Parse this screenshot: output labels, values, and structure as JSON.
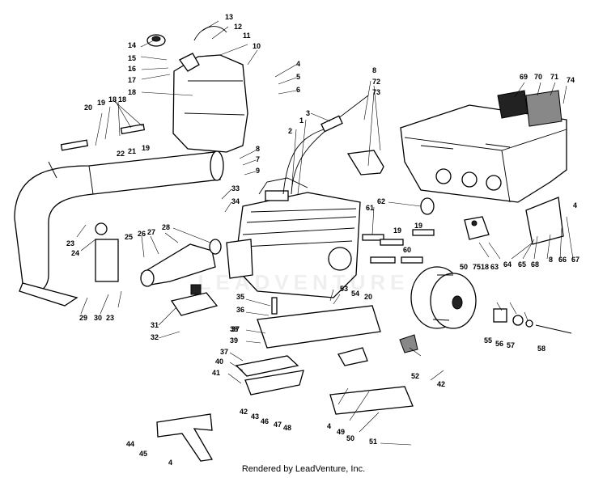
{
  "footer_credit": "Rendered by LeadVenture, Inc.",
  "watermark": "LEADVENTURE",
  "callouts": [
    {
      "id": "c1",
      "text": "1"
    },
    {
      "id": "c2",
      "text": "2"
    },
    {
      "id": "c3",
      "text": "3"
    },
    {
      "id": "c4a",
      "text": "4"
    },
    {
      "id": "c4b",
      "text": "4"
    },
    {
      "id": "c4c",
      "text": "4"
    },
    {
      "id": "c4d",
      "text": "4"
    },
    {
      "id": "c5",
      "text": "5"
    },
    {
      "id": "c6",
      "text": "6"
    },
    {
      "id": "c7",
      "text": "7"
    },
    {
      "id": "c8a",
      "text": "8"
    },
    {
      "id": "c8b",
      "text": "8"
    },
    {
      "id": "c8c",
      "text": "8"
    },
    {
      "id": "c9",
      "text": "9"
    },
    {
      "id": "c10",
      "text": "10"
    },
    {
      "id": "c11",
      "text": "11"
    },
    {
      "id": "c12",
      "text": "12"
    },
    {
      "id": "c13",
      "text": "13"
    },
    {
      "id": "c14",
      "text": "14"
    },
    {
      "id": "c15",
      "text": "15"
    },
    {
      "id": "c16",
      "text": "16"
    },
    {
      "id": "c17",
      "text": "17"
    },
    {
      "id": "c18a",
      "text": "18"
    },
    {
      "id": "c18b",
      "text": "18"
    },
    {
      "id": "c18c",
      "text": "18"
    },
    {
      "id": "c19a",
      "text": "19"
    },
    {
      "id": "c19b",
      "text": "19"
    },
    {
      "id": "c19c",
      "text": "19"
    },
    {
      "id": "c19d",
      "text": "19"
    },
    {
      "id": "c20a",
      "text": "20"
    },
    {
      "id": "c20b",
      "text": "20"
    },
    {
      "id": "c21",
      "text": "21"
    },
    {
      "id": "c22",
      "text": "22"
    },
    {
      "id": "c23a",
      "text": "23"
    },
    {
      "id": "c23b",
      "text": "23"
    },
    {
      "id": "c24",
      "text": "24"
    },
    {
      "id": "c25",
      "text": "25"
    },
    {
      "id": "c26",
      "text": "26"
    },
    {
      "id": "c27",
      "text": "27"
    },
    {
      "id": "c28",
      "text": "28"
    },
    {
      "id": "c29",
      "text": "29"
    },
    {
      "id": "c30",
      "text": "30"
    },
    {
      "id": "c31",
      "text": "31"
    },
    {
      "id": "c32",
      "text": "32"
    },
    {
      "id": "c33",
      "text": "33"
    },
    {
      "id": "c34",
      "text": "34"
    },
    {
      "id": "c35",
      "text": "35"
    },
    {
      "id": "c36",
      "text": "36"
    },
    {
      "id": "c37a",
      "text": "37"
    },
    {
      "id": "c37b",
      "text": "37"
    },
    {
      "id": "c38",
      "text": "38"
    },
    {
      "id": "c39",
      "text": "39"
    },
    {
      "id": "c40",
      "text": "40"
    },
    {
      "id": "c41",
      "text": "41"
    },
    {
      "id": "c42a",
      "text": "42"
    },
    {
      "id": "c42b",
      "text": "42"
    },
    {
      "id": "c43",
      "text": "43"
    },
    {
      "id": "c44",
      "text": "44"
    },
    {
      "id": "c45",
      "text": "45"
    },
    {
      "id": "c46",
      "text": "46"
    },
    {
      "id": "c47",
      "text": "47"
    },
    {
      "id": "c48",
      "text": "48"
    },
    {
      "id": "c49",
      "text": "49"
    },
    {
      "id": "c50a",
      "text": "50"
    },
    {
      "id": "c50b",
      "text": "50"
    },
    {
      "id": "c51",
      "text": "51"
    },
    {
      "id": "c52",
      "text": "52"
    },
    {
      "id": "c53",
      "text": "53"
    },
    {
      "id": "c54",
      "text": "54"
    },
    {
      "id": "c55",
      "text": "55"
    },
    {
      "id": "c56",
      "text": "56"
    },
    {
      "id": "c57",
      "text": "57"
    },
    {
      "id": "c58",
      "text": "58"
    },
    {
      "id": "c60",
      "text": "60"
    },
    {
      "id": "c61",
      "text": "61"
    },
    {
      "id": "c62",
      "text": "62"
    },
    {
      "id": "c63",
      "text": "63"
    },
    {
      "id": "c64",
      "text": "64"
    },
    {
      "id": "c65",
      "text": "65"
    },
    {
      "id": "c66",
      "text": "66"
    },
    {
      "id": "c67",
      "text": "67"
    },
    {
      "id": "c68",
      "text": "68"
    },
    {
      "id": "c69",
      "text": "69"
    },
    {
      "id": "c70",
      "text": "70"
    },
    {
      "id": "c71",
      "text": "71"
    },
    {
      "id": "c72",
      "text": "72"
    },
    {
      "id": "c73",
      "text": "73"
    },
    {
      "id": "c74",
      "text": "74"
    },
    {
      "id": "c75",
      "text": "75"
    },
    {
      "id": "c18d",
      "text": "18"
    }
  ]
}
